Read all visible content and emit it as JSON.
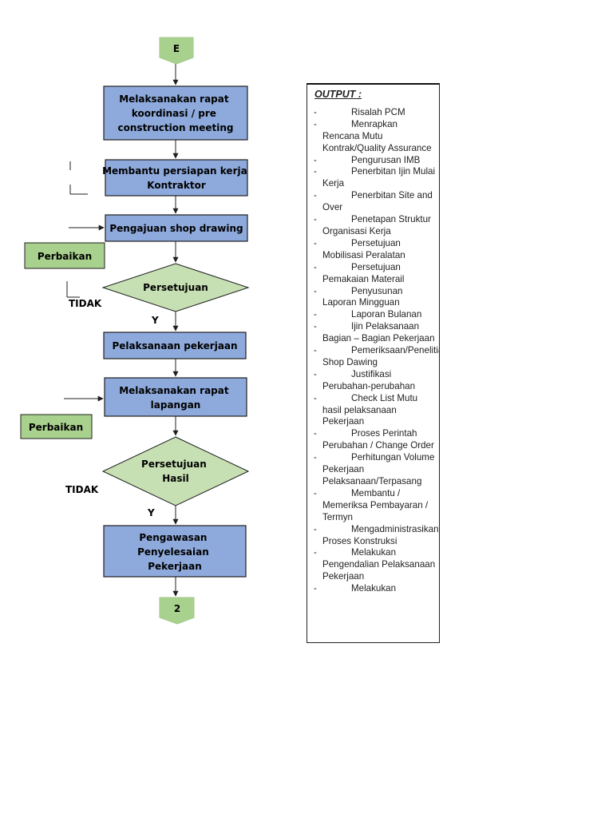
{
  "connectors": {
    "start": "E",
    "end": "2"
  },
  "steps": {
    "rapat_koordinasi": [
      "Melaksanakan rapat",
      "koordinasi / pre",
      "construction meeting"
    ],
    "persiapan_kerja": [
      "Membantu persiapan kerja",
      "Kontraktor"
    ],
    "shop_drawing": [
      "Pengajuan shop drawing"
    ],
    "pelaksanaan": [
      "Pelaksanaan pekerjaan"
    ],
    "rapat_lapangan": [
      "Melaksanakan rapat",
      "lapangan"
    ],
    "pengawasan": [
      "Pengawasan",
      "Penyelesaian",
      "Pekerjaan"
    ]
  },
  "decisions": {
    "persetujuan": [
      "Persetujuan"
    ],
    "persetujuan_hasil": [
      "Persetujuan",
      "Hasil"
    ]
  },
  "branches": {
    "perbaikan_1": "Perbaikan",
    "perbaikan_2": "Perbaikan",
    "tidak_1": "TIDAK",
    "tidak_2": "TIDAK",
    "ya_1": "Y",
    "ya_2": "Y"
  },
  "output": {
    "title": "OUTPUT  :",
    "items": [
      "Risalah PCM",
      "Menrapkan Rencana Mutu Kontrak/Quality Assurance",
      "Pengurusan IMB",
      "Penerbitan Ijin Mulai Kerja",
      "Penerbitan Site and Over",
      "Penetapan Struktur Organisasi Kerja",
      "Persetujuan Mobilisasi Peralatan",
      "Persetujuan Pemakaian Materail",
      "Penyusunan Laporan Mingguan",
      "Laporan Bulanan",
      "Ijin Pelaksanaan Bagian – Bagian Pekerjaan",
      "Pemeriksaan/Penelitian Shop Dawing",
      "Justifikasi Perubahan-perubahan",
      "Check List Mutu hasil pelaksanaan Pekerjaan",
      "Proses Perintah Perubahan / Change Order",
      "Perhitungan Volume Pekerjaan Pelaksanaan/Terpasang",
      "Membantu / Memeriksa Pembayaran / Termyn",
      "Mengadministrasikan Proses Konstruksi",
      "Melakukan Pengendalian Pelaksanaan Pekerjaan",
      "Melakukan"
    ]
  },
  "colors": {
    "process_fill": "#8eaadc",
    "decision_fill": "#c6e0b4",
    "connector_fill": "#a9d18e",
    "stroke": "#1f1f1f"
  }
}
